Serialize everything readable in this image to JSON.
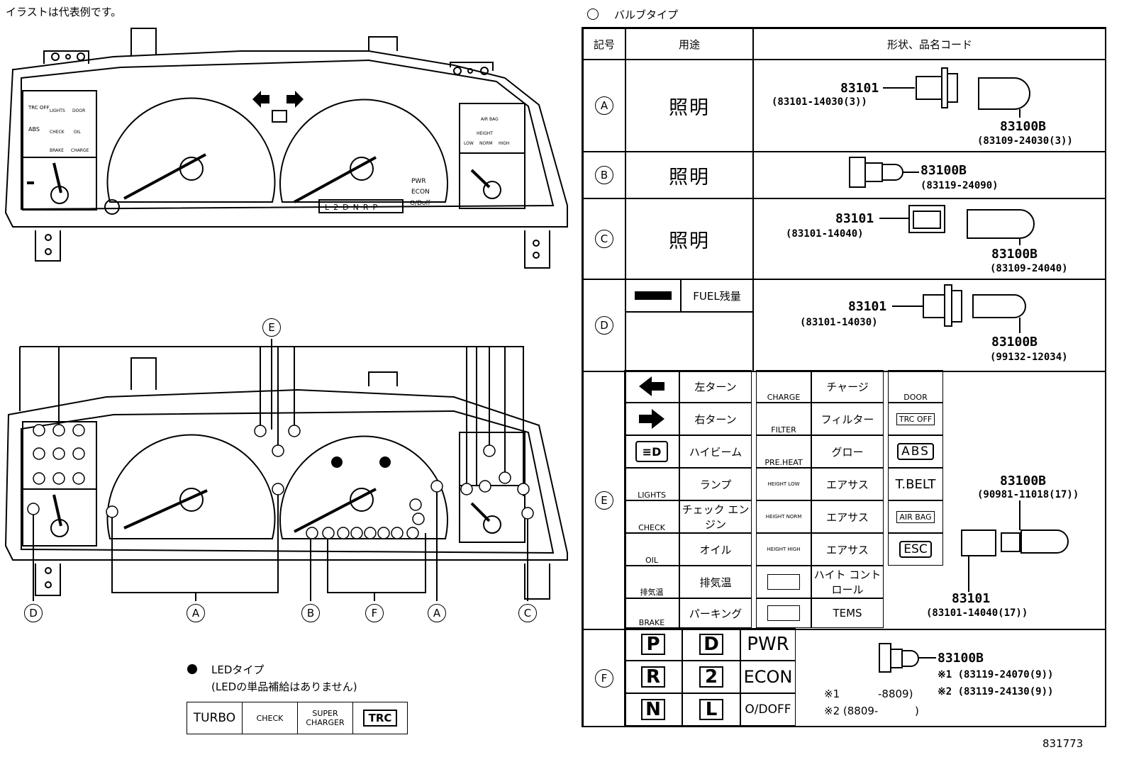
{
  "header": {
    "illustration_note": "イラストは代表例です。",
    "bulb_type_title": "バルブタイプ",
    "diagram_id": "831773"
  },
  "table": {
    "col_symbol": "記号",
    "col_usage": "用途",
    "col_shape": "形状、品名コード",
    "rows": {
      "A": {
        "label": "A",
        "usage": "照明",
        "part1": "83101",
        "code1": "(83101-14030(3))",
        "part2": "83100B",
        "code2": "(83109-24030(3))"
      },
      "B": {
        "label": "B",
        "usage": "照明",
        "part2": "83100B",
        "code2": "(83119-24090)"
      },
      "C": {
        "label": "C",
        "usage": "照明",
        "part1": "83101",
        "code1": "(83101-14040)",
        "part2": "83100B",
        "code2": "(83109-24040)"
      },
      "D": {
        "label": "D",
        "usage": "FUEL残量",
        "part1": "83101",
        "code1": "(83101-14030)",
        "part2": "83100B",
        "code2": "(99132-12034)"
      },
      "E": {
        "label": "E",
        "part1": "83101",
        "code1": "(83101-14040(17))",
        "part2": "83100B",
        "code2": "(90981-11018(17))",
        "col1": [
          "左ターン",
          "右ターン",
          "ハイビーム",
          "ランプ",
          "チェック エンジン",
          "オイル",
          "排気温",
          "パーキング"
        ],
        "col1_icons": [
          "",
          "",
          "",
          "LIGHTS",
          "CHECK",
          "OIL",
          "排気温",
          "BRAKE"
        ],
        "col2": [
          "チャージ",
          "フィルター",
          "グロー",
          "エアサス",
          "エアサス",
          "エアサス",
          "ハイト コントロール",
          "TEMS"
        ],
        "col2_icons": [
          "CHARGE",
          "FILTER",
          "PRE.HEAT",
          "HEIGHT LOW",
          "HEIGHT NORM",
          "HEIGHT HIGH",
          "",
          ""
        ],
        "col3": [
          "DOOR",
          "TRC OFF",
          "ABS",
          "T.BELT",
          "AIR BAG",
          "ESC"
        ]
      },
      "F": {
        "label": "F",
        "symbols": [
          "P",
          "D",
          "PWR",
          "R",
          "2",
          "ECON",
          "N",
          "L",
          "O/DOFF"
        ],
        "part2": "83100B",
        "note1": "※1",
        "range1": "-8809)",
        "note2": "※2 (8809-",
        "range2_end": ")",
        "code1": "※1 (83119-24070(9))",
        "code2": "※2 (83119-24130(9))"
      }
    }
  },
  "led": {
    "title": "LEDタイプ",
    "note": "(LEDの単品補給はありません)",
    "items": [
      "TURBO",
      "CHECK",
      "SUPER CHARGER",
      "TRC"
    ]
  },
  "callouts": [
    "A",
    "B",
    "C",
    "D",
    "E",
    "F",
    "A"
  ],
  "cluster_labels": {
    "trc": "TRC OFF",
    "abs": "ABS",
    "lights": "LIGHTS",
    "door": "DOOR",
    "check": "CHECK",
    "oil": "OIL",
    "brake": "BRAKE",
    "charge": "CHARGE",
    "airbag": "AIR BAG",
    "height": "HEIGHT",
    "low": "LOW",
    "norm": "NORM",
    "high": "HIGH",
    "pwr": "PWR",
    "econ": "ECON",
    "od": "O/Doff",
    "gears": "L 2 D N R P"
  }
}
